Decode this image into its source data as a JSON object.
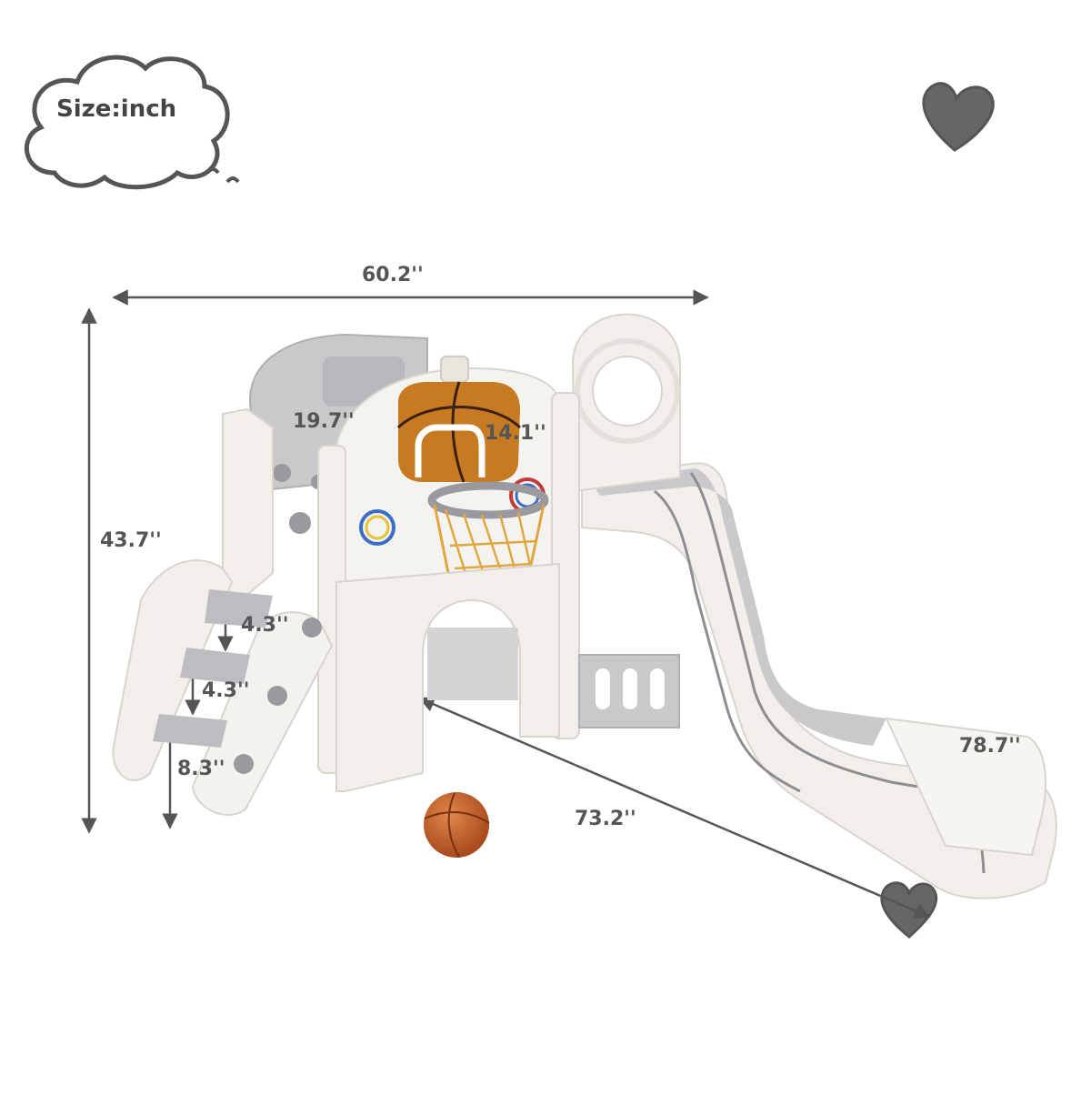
{
  "size_label": "Size:inch",
  "dimensions": {
    "overall_width": "60.2''",
    "overall_height": "43.7''",
    "depth": "19.7''",
    "inner_width": "14.1''",
    "step_height_1": "4.3''",
    "step_height_2": "4.3''",
    "bottom_step": "8.3''",
    "total_length": "73.2''",
    "slide_length": "78.7''"
  },
  "colors": {
    "frame": "#f2efea",
    "panel_gray": "#c9c9cc",
    "dark_gray": "#8e8e92",
    "board_orange": "#c77a22",
    "ball_orange": "#c4622a",
    "dimension_line": "#555555"
  }
}
